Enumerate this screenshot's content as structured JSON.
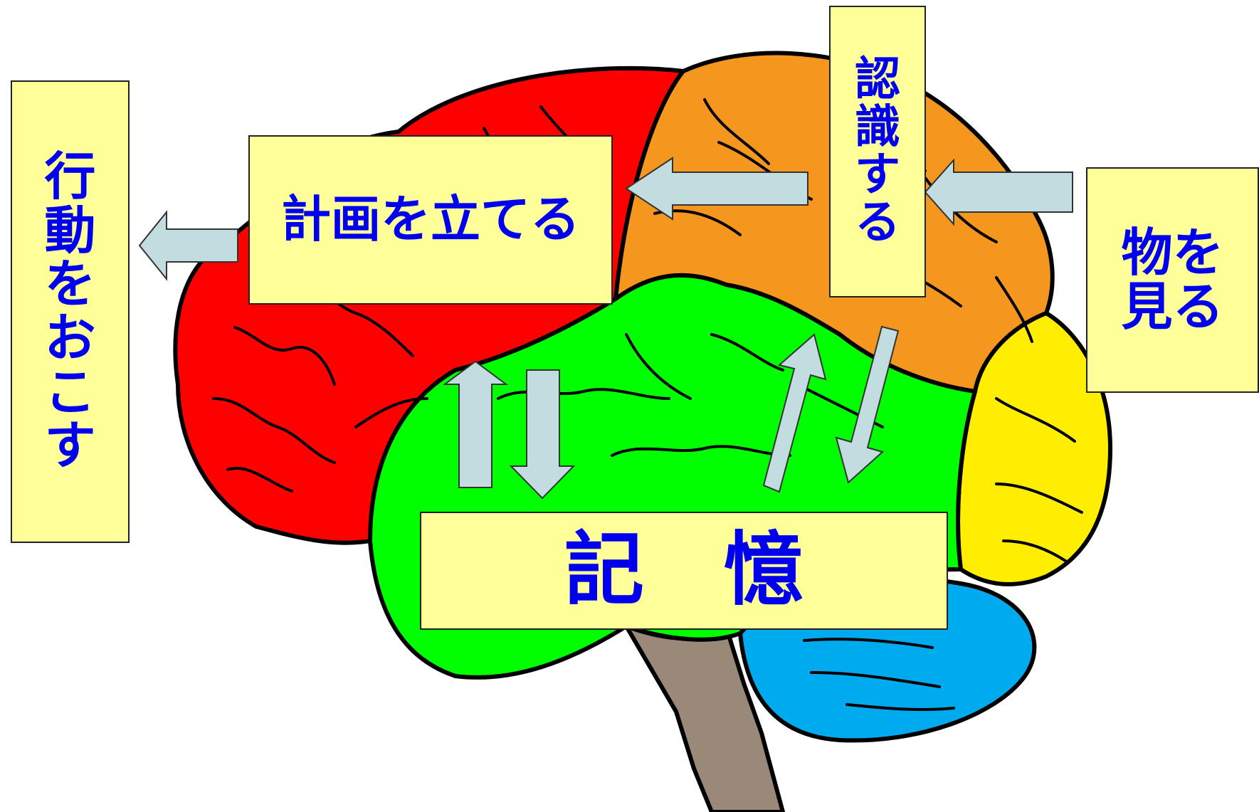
{
  "labels": {
    "action": "行動をおこす",
    "plan": "計画を立てる",
    "recognize": "認識する",
    "see": "物を見る",
    "see_line1": "物を",
    "see_line2": "見る",
    "memory": "記　憶"
  },
  "colors": {
    "frontal_lobe": "#ff0000",
    "parietal_lobe": "#f5961e",
    "temporal_lobe": "#00ff00",
    "occipital_lobe": "#ffee00",
    "cerebellum": "#00aaee",
    "brainstem": "#9a8878",
    "label_background": "#ffff99",
    "label_text": "#0000ee",
    "arrow_fill": "#c2dde0"
  }
}
